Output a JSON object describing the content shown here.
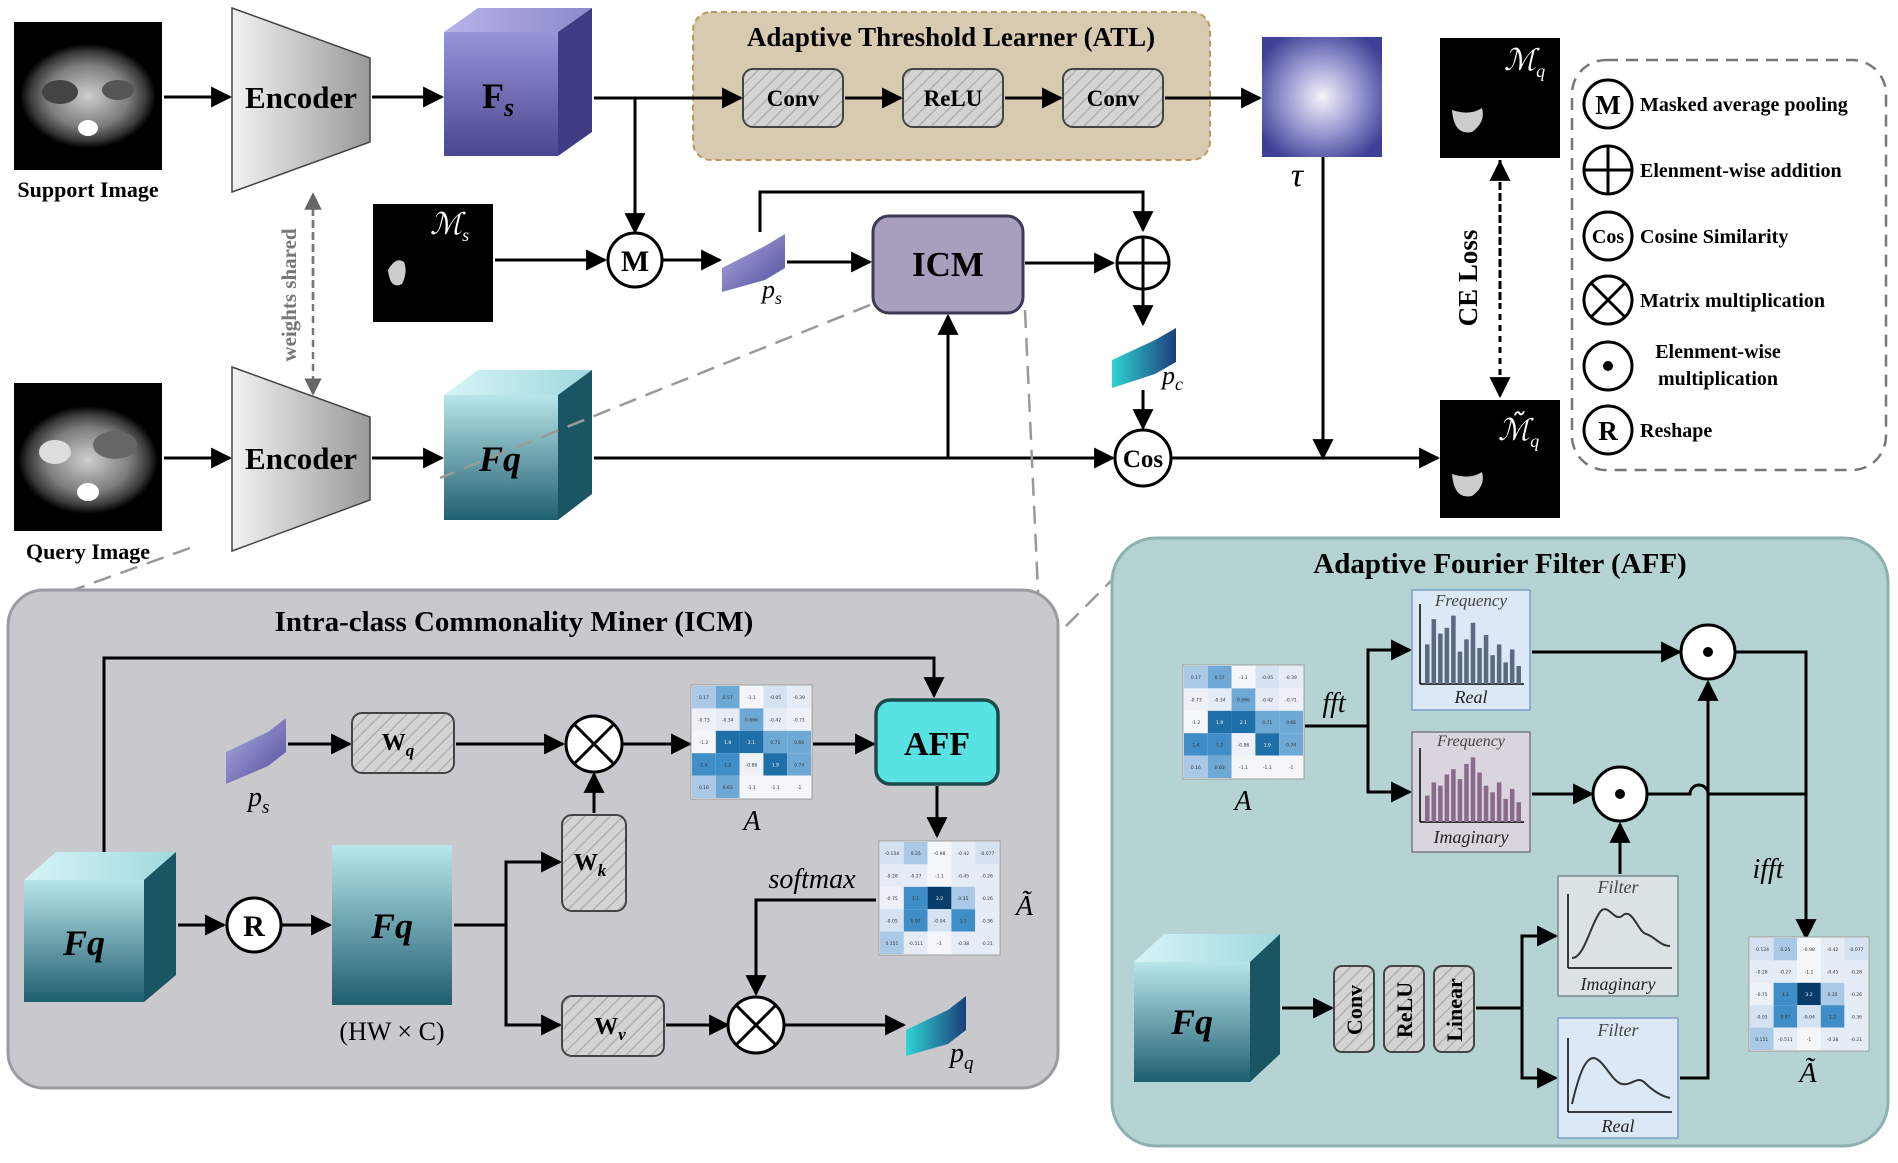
{
  "inputs": {
    "support_label": "Support Image",
    "query_label": "Query Image"
  },
  "encoder": {
    "top_label": "Encoder",
    "bottom_label": "Encoder",
    "shared_label": "weights shared"
  },
  "features": {
    "fs": "F",
    "fs_sub": "s",
    "fq": "Fq"
  },
  "atl": {
    "title": "Adaptive Threshold Learner (ATL)",
    "conv1": "Conv",
    "relu": "ReLU",
    "conv2": "Conv",
    "tau": "τ"
  },
  "top_flow": {
    "ms_label": "ℳ",
    "ms_sub": "s",
    "mq_label": "ℳ",
    "mq_sub": "q",
    "mq_pred_label": "ℳ̃",
    "mq_pred_sub": "q",
    "m_op": "M",
    "ps": "p",
    "ps_sub": "s",
    "icm_box": "ICM",
    "pc": "p",
    "pc_sub": "c",
    "cos_op": "Cos",
    "ce_loss": "CE Loss"
  },
  "legend": [
    {
      "symbol": "M",
      "text": "Masked average pooling"
    },
    {
      "symbol": "⊕",
      "text": "Elenment-wise addition"
    },
    {
      "symbol": "Cos",
      "text": "Cosine Similarity"
    },
    {
      "symbol": "⊗",
      "text": "Matrix multiplication"
    },
    {
      "symbol": "⊙",
      "text": "Elenment-wise multiplication"
    },
    {
      "symbol": "R",
      "text": "Reshape"
    }
  ],
  "icm": {
    "title": "Intra-class Commonality Miner (ICM)",
    "ps": "p",
    "ps_sub": "s",
    "wq": "W",
    "wq_sub": "q",
    "wk": "W",
    "wk_sub": "k",
    "wv": "W",
    "wv_sub": "v",
    "r_op": "R",
    "fq_left": "Fq",
    "fq_mid": "Fq",
    "hw_c": "(HW × C)",
    "a_label": "A",
    "aff_box": "AFF",
    "softmax": "softmax",
    "a_tilde": "Ã",
    "pq": "p",
    "pq_sub": "q"
  },
  "aff": {
    "title": "Adaptive Fourier Filter (AFF)",
    "fft": "fft",
    "ifft": "ifft",
    "a_label": "A",
    "a_tilde": "Ã",
    "freq_real_top": "Frequency",
    "freq_real_bottom": "Real",
    "freq_imag_top": "Frequency",
    "freq_imag_bottom": "Imaginary",
    "filter_imag_top": "Filter",
    "filter_imag_bottom": "Imaginary",
    "filter_real_top": "Filter",
    "filter_real_bottom": "Real",
    "fq": "Fq",
    "conv": "Conv",
    "relu": "ReLU",
    "linear": "Linear"
  },
  "matrix_a": [
    [
      "0.17",
      "0.57",
      "-1.1",
      "-0.05",
      "-0.39"
    ],
    [
      "-0.73",
      "-0.34",
      "0.666",
      "-0.42",
      "-0.71"
    ],
    [
      "-1.2",
      "1.9",
      "2.1",
      "0.71",
      "0.66"
    ],
    [
      "1.4",
      "1.2",
      "-0.86",
      "1.9",
      "0.74"
    ],
    [
      "0.16",
      "0.63",
      "-1.1",
      "-1.1",
      "-1"
    ]
  ],
  "matrix_at": [
    [
      "-0.134",
      "0.25",
      "-0.98",
      "-0.42",
      "-0.077"
    ],
    [
      "-0.28",
      "-0.27",
      "-1.1",
      "-0.45",
      "-0.28"
    ],
    [
      "-0.75",
      "1.1",
      "3.2",
      "0.35",
      "-0.26"
    ],
    [
      "-0.05",
      "0.97",
      "-0.04",
      "1.2",
      "-0.36"
    ],
    [
      "0.151",
      "-0.511",
      "-1",
      "-0.38",
      "-0.21"
    ]
  ],
  "bars_real": [
    0.55,
    0.9,
    0.7,
    0.78,
    0.95,
    0.45,
    0.62,
    0.85,
    0.5,
    0.68,
    0.4,
    0.55,
    0.3,
    0.48,
    0.25
  ],
  "bars_imag": [
    0.4,
    0.6,
    0.55,
    0.72,
    0.8,
    0.65,
    0.88,
    0.98,
    0.75,
    0.55,
    0.45,
    0.6,
    0.35,
    0.5,
    0.3
  ],
  "colors": {
    "fs": "#6e6bb5",
    "fq": "#2f7a8a",
    "pc": "#2cc8c8",
    "atl_bg": "#d8c9ad",
    "icm_panel": "#c9c8cc",
    "aff_panel": "#b3d2d2",
    "icm_box": "#a9a0be",
    "aff_box": "#55e0e0",
    "freq_box": "#dce8f5"
  }
}
